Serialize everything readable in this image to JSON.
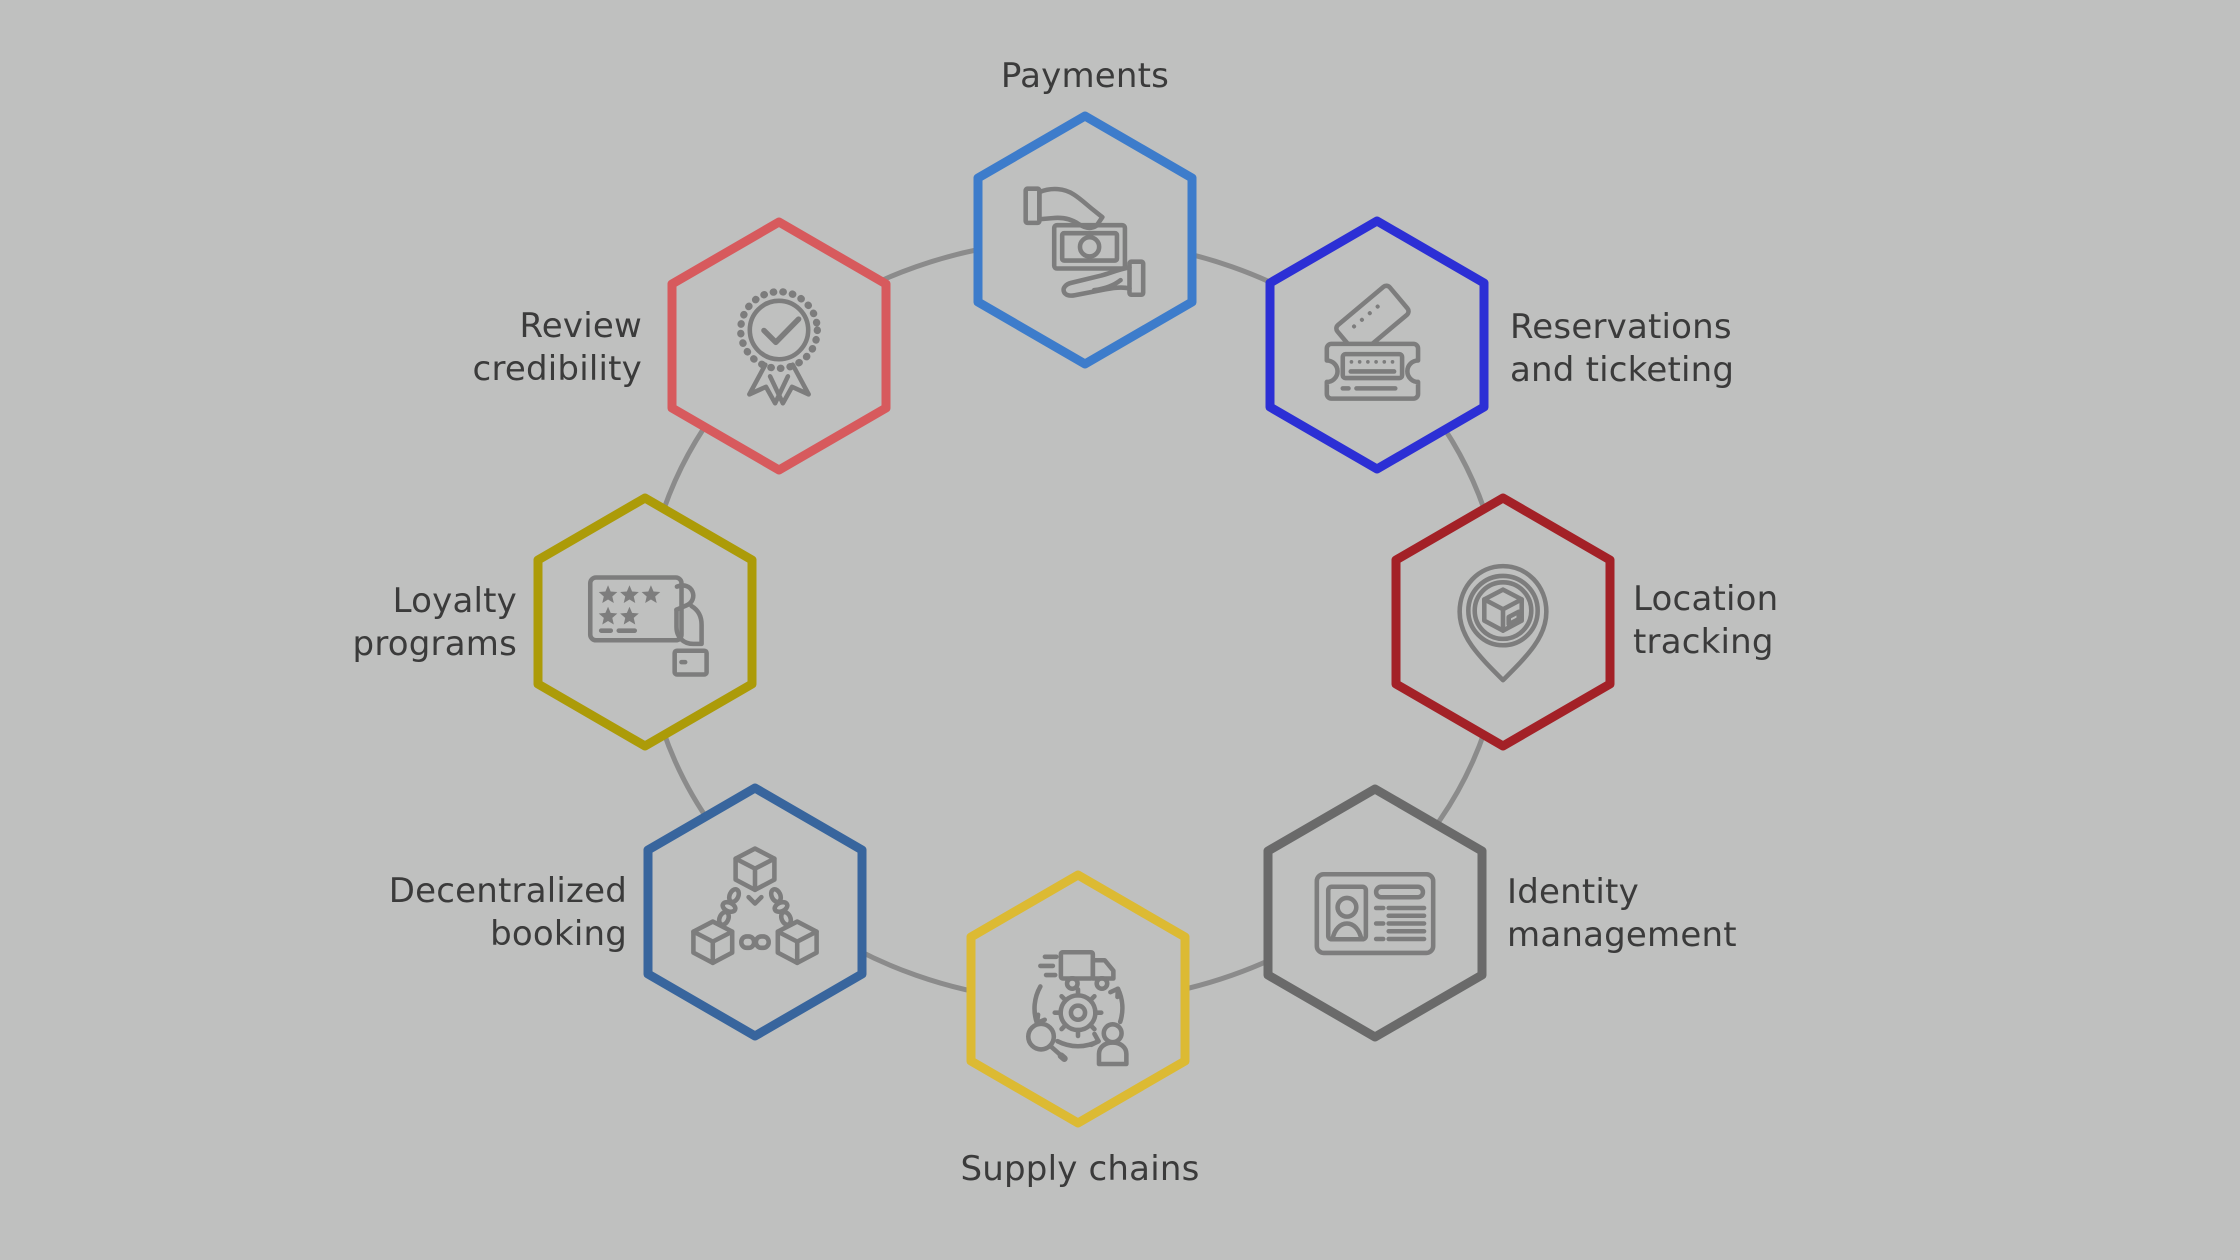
{
  "palette": {
    "background": "#bfc0bf",
    "ring": "#8b8b8b",
    "icon-stroke": "#7d7d7d",
    "label-color": "#3b3b3b"
  },
  "nodes": [
    {
      "id": "payments",
      "lines": [
        "Payments"
      ],
      "color": "#3d7ccb",
      "icon": "payments-icon"
    },
    {
      "id": "reservations-ticketing",
      "lines": [
        "Reservations",
        "and ticketing"
      ],
      "color": "#2c2fd5",
      "icon": "tickets-icon"
    },
    {
      "id": "location-tracking",
      "lines": [
        "Location",
        "tracking"
      ],
      "color": "#a32127",
      "icon": "location-pin-icon"
    },
    {
      "id": "identity-management",
      "lines": [
        "Identity",
        "management"
      ],
      "color": "#6a6a6a",
      "icon": "id-card-icon"
    },
    {
      "id": "supply-chains",
      "lines": [
        "Supply chains"
      ],
      "color": "#dcba33",
      "icon": "supply-cycle-icon"
    },
    {
      "id": "decentralized-booking",
      "lines": [
        "Decentralized",
        "booking"
      ],
      "color": "#38659d",
      "icon": "blockchain-icon"
    },
    {
      "id": "loyalty-programs",
      "lines": [
        "Loyalty",
        "programs"
      ],
      "color": "#ac9b08",
      "icon": "loyalty-card-icon"
    },
    {
      "id": "review-credibility",
      "lines": [
        "Review",
        "credibility"
      ],
      "color": "#d75a5d",
      "icon": "award-badge-icon"
    }
  ]
}
